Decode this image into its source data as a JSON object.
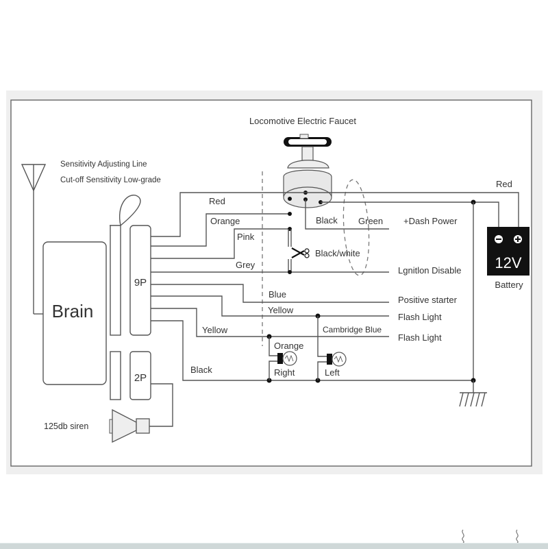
{
  "diagram": {
    "title": "Locomotive Electric Faucet",
    "sensitivity_line1": "Sensitivity Adjusting Line",
    "sensitivity_line2": "Cut-off Sensitivity Low-grade",
    "brain_label": "Brain",
    "connector_9p": "9P",
    "connector_2p": "2P",
    "siren_label": "125db  siren",
    "battery": {
      "voltage": "12V",
      "label": "Battery",
      "minus": "⊖",
      "plus": "⊕",
      "wire_label": "Red"
    },
    "wires": {
      "red": "Red",
      "orange": "Orange",
      "pink": "Pink",
      "grey": "Grey",
      "black_faucet": "Black",
      "green": "Green",
      "black_white": "Black/white",
      "blue": "Blue",
      "yellow_upper": "Yellow",
      "yellow_lower": "Yellow",
      "cambridge_blue": "Cambridge Blue",
      "orange_lamp": "Orange",
      "black_ground": "Black"
    },
    "outputs": {
      "dash_power": "+Dash Power",
      "ignition_disable": "Lgnitlon Disable",
      "positive_starter": "Positive starter",
      "flash_light_1": "Flash Light",
      "flash_light_2": "Flash Light"
    },
    "lamps": {
      "right": "Right",
      "left": "Left"
    }
  }
}
